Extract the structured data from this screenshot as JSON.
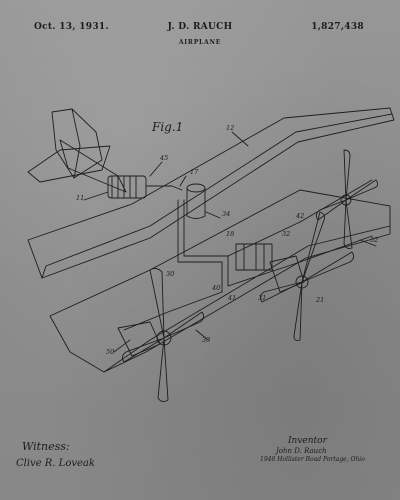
{
  "header": {
    "date": "Oct. 13, 1931.",
    "inventor": "J. D. RAUCH",
    "patent_number": "1,827,438",
    "subtitle": "AIRPLANE"
  },
  "drawing": {
    "figure_label": "Fig.1",
    "reference_numerals": [
      "12",
      "45",
      "17",
      "11",
      "34",
      "42",
      "32",
      "18",
      "52",
      "50",
      "33",
      "30",
      "40",
      "41",
      "21",
      "31"
    ]
  },
  "signatures": {
    "witness_heading": "Witness:",
    "witness_name": "Clive R. Loveak",
    "inventor_heading": "Inventor",
    "inventor_name": "John D. Rauch",
    "inventor_address": "1948 Hollister Road Portage, Ohio"
  },
  "colors": {
    "paper": "#8e8e8e",
    "ink": "#1c1c1c"
  }
}
